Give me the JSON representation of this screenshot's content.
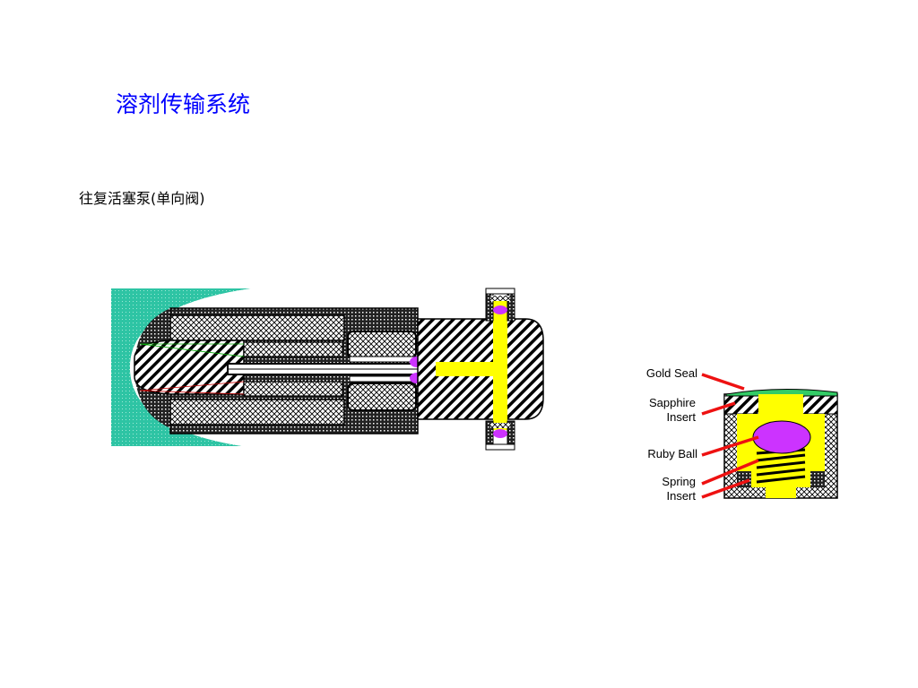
{
  "slide": {
    "title": "溶剂传输系统",
    "subtitle": "往复活塞泵(单向阀)"
  },
  "check_valve": {
    "labels": {
      "gold_seal": "Gold Seal",
      "sapphire_insert": "Sapphire\nInsert",
      "ruby_ball": "Ruby Ball",
      "spring_insert": "Spring\nInsert"
    }
  },
  "colors": {
    "title": "#0000ff",
    "fluid": "#ffff00",
    "ball": "#cc33ff",
    "seal": "#33cc66",
    "housing": "#2ec4a4",
    "leader": "#ee1111"
  }
}
